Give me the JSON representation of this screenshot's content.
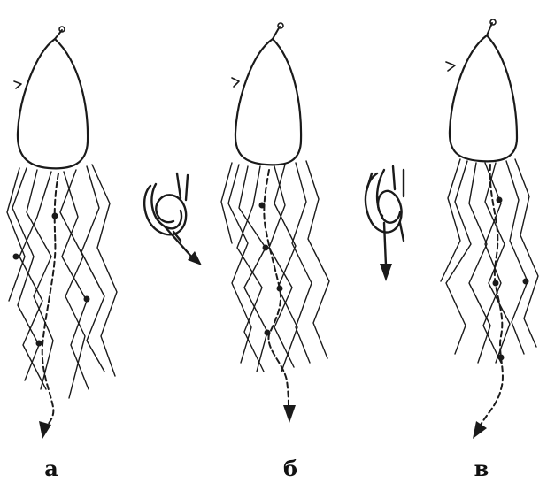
{
  "figure": {
    "panels": [
      {
        "id": "a",
        "label": "а"
      },
      {
        "id": "b",
        "label": "б"
      },
      {
        "id": "v",
        "label": "в"
      }
    ]
  },
  "colors": {
    "ink": "#1a1a1a",
    "background": "#ffffff"
  }
}
